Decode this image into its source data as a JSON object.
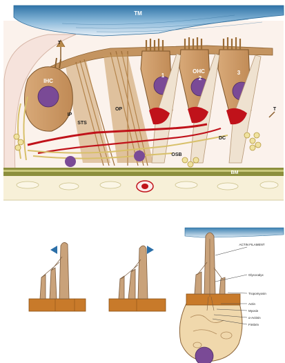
{
  "top_panel": {
    "labels": {
      "tm": "TM",
      "t_left": "T",
      "ihc": "IHC",
      "ip": "IP",
      "sts": "STS",
      "op": "OP",
      "ohc": "OHC",
      "ohc_1": "1",
      "ohc_2": "2",
      "ohc_3": "3",
      "t_right": "T",
      "dc": "DC",
      "osb": "OSB",
      "bm": "BM"
    }
  },
  "bottom_panel": {
    "detail_labels": {
      "actin_filament": "ACTIN FILAMENT",
      "glycocalyx": "Glycocalyx",
      "tropomyosin": "Tropomyosin",
      "actin": "Actin",
      "myosin": "Myosin",
      "alpha_actinin": "α-Actinin",
      "fimbrin": "Fimbrin"
    }
  },
  "colors": {
    "tectorial_membrane": "#3a7fb0",
    "supporting_tan": "#b98a4a",
    "nucleus": "#7a4a96",
    "blood_red": "#c0121a",
    "nerve_yellow": "#e8d488",
    "basilar_band": "#8c8f3c",
    "stereocilia_tan": "#c9a27a",
    "cuticular_plate": "#c87a2a",
    "arrow_blue": "#2b6fa8"
  }
}
